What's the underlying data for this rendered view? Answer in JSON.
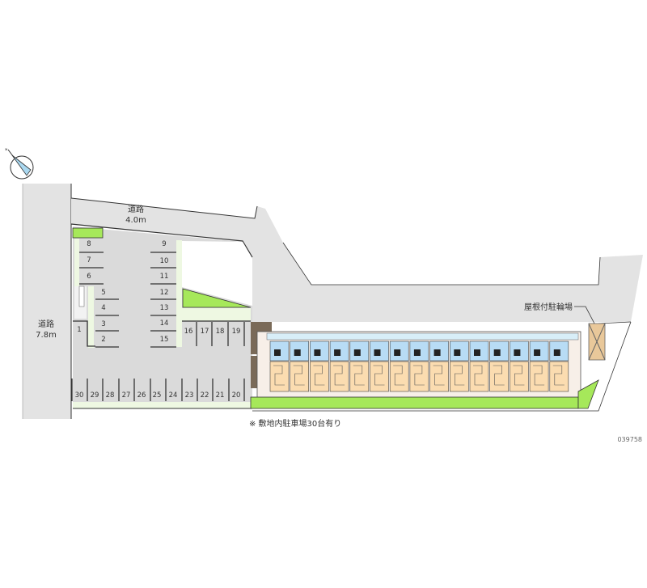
{
  "roads": {
    "top": {
      "name": "道路",
      "width": "4.0m"
    },
    "left": {
      "name": "道路",
      "width": "7.8m"
    }
  },
  "bike_parking_label": "屋根付駐輪場",
  "note": "※ 敷地内駐車場30台有り",
  "property_code": "039758",
  "parking": {
    "spots": [
      "1",
      "2",
      "3",
      "4",
      "5",
      "6",
      "7",
      "8",
      "9",
      "10",
      "11",
      "12",
      "13",
      "14",
      "15",
      "16",
      "17",
      "18",
      "19",
      "20",
      "21",
      "22",
      "23",
      "24",
      "25",
      "26",
      "27",
      "28",
      "29",
      "30"
    ]
  },
  "building": {
    "unit_count": 15
  },
  "colors": {
    "road": "#e3e3e3",
    "lot": "#dadada",
    "green": "#a6e85a",
    "unit_top": "#b8dcf5",
    "unit_bottom": "#fbdcb0"
  }
}
